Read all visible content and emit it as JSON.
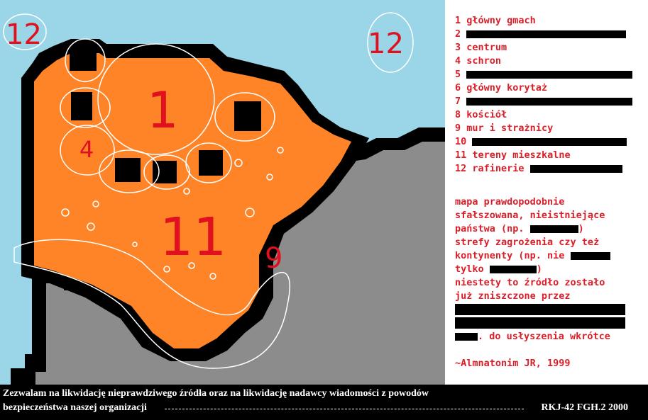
{
  "map": {
    "colors": {
      "sky": "#9bd6e8",
      "land": "#ff8428",
      "outline": "#000000",
      "rock": "#8c8c8c",
      "scribble": "#e0101e",
      "chalk": "#ffffff"
    },
    "labels": {
      "corner_left": "12",
      "corner_right": "12",
      "building": "1",
      "shelter": "4",
      "residential": "11",
      "wall": "9"
    }
  },
  "legend": {
    "items": [
      {
        "num": "1",
        "text": "główny gmach",
        "redacted": false
      },
      {
        "num": "2",
        "text": "",
        "redacted": true
      },
      {
        "num": "3",
        "text": "centrum",
        "redacted": false
      },
      {
        "num": "4",
        "text": "schron",
        "redacted": false
      },
      {
        "num": "5",
        "text": "",
        "redacted": true
      },
      {
        "num": "6",
        "text": "główny korytaż",
        "redacted": false
      },
      {
        "num": "7",
        "text": "",
        "redacted": true
      },
      {
        "num": "8",
        "text": "kościół",
        "redacted": false
      },
      {
        "num": "9",
        "text": "mur i strażnicy",
        "redacted": false
      },
      {
        "num": "10",
        "text": "",
        "redacted": true
      },
      {
        "num": "11",
        "text": "tereny mieszkalne",
        "redacted": false
      },
      {
        "num": "12",
        "text": "rafinerie",
        "redacted": true
      }
    ]
  },
  "note": {
    "l1": "mapa prawdopodobnie",
    "l2": "sfałszowana, nieistniejące",
    "l3a": "państwa (np. ",
    "l3b": ")",
    "l4": "strefy zagrożenia czy też",
    "l5": "kontynenty (np. nie ",
    "l6a": "tylko ",
    "l6b": ")",
    "l7": "niestety to źródło zostało",
    "l8": "już zniszczone przez",
    "l11": ". do usłyszenia wkrótce",
    "signature": "~Almnatonim JR, 1999"
  },
  "footer": {
    "line1": "Zezwalam na likwidację nieprawdziwego źródła oraz na likwidację nadawcy wiadomości z powodów",
    "line2": "bezpieczeństwa naszej organizacji",
    "code": "RKJ-42 FGH.2 2000"
  }
}
